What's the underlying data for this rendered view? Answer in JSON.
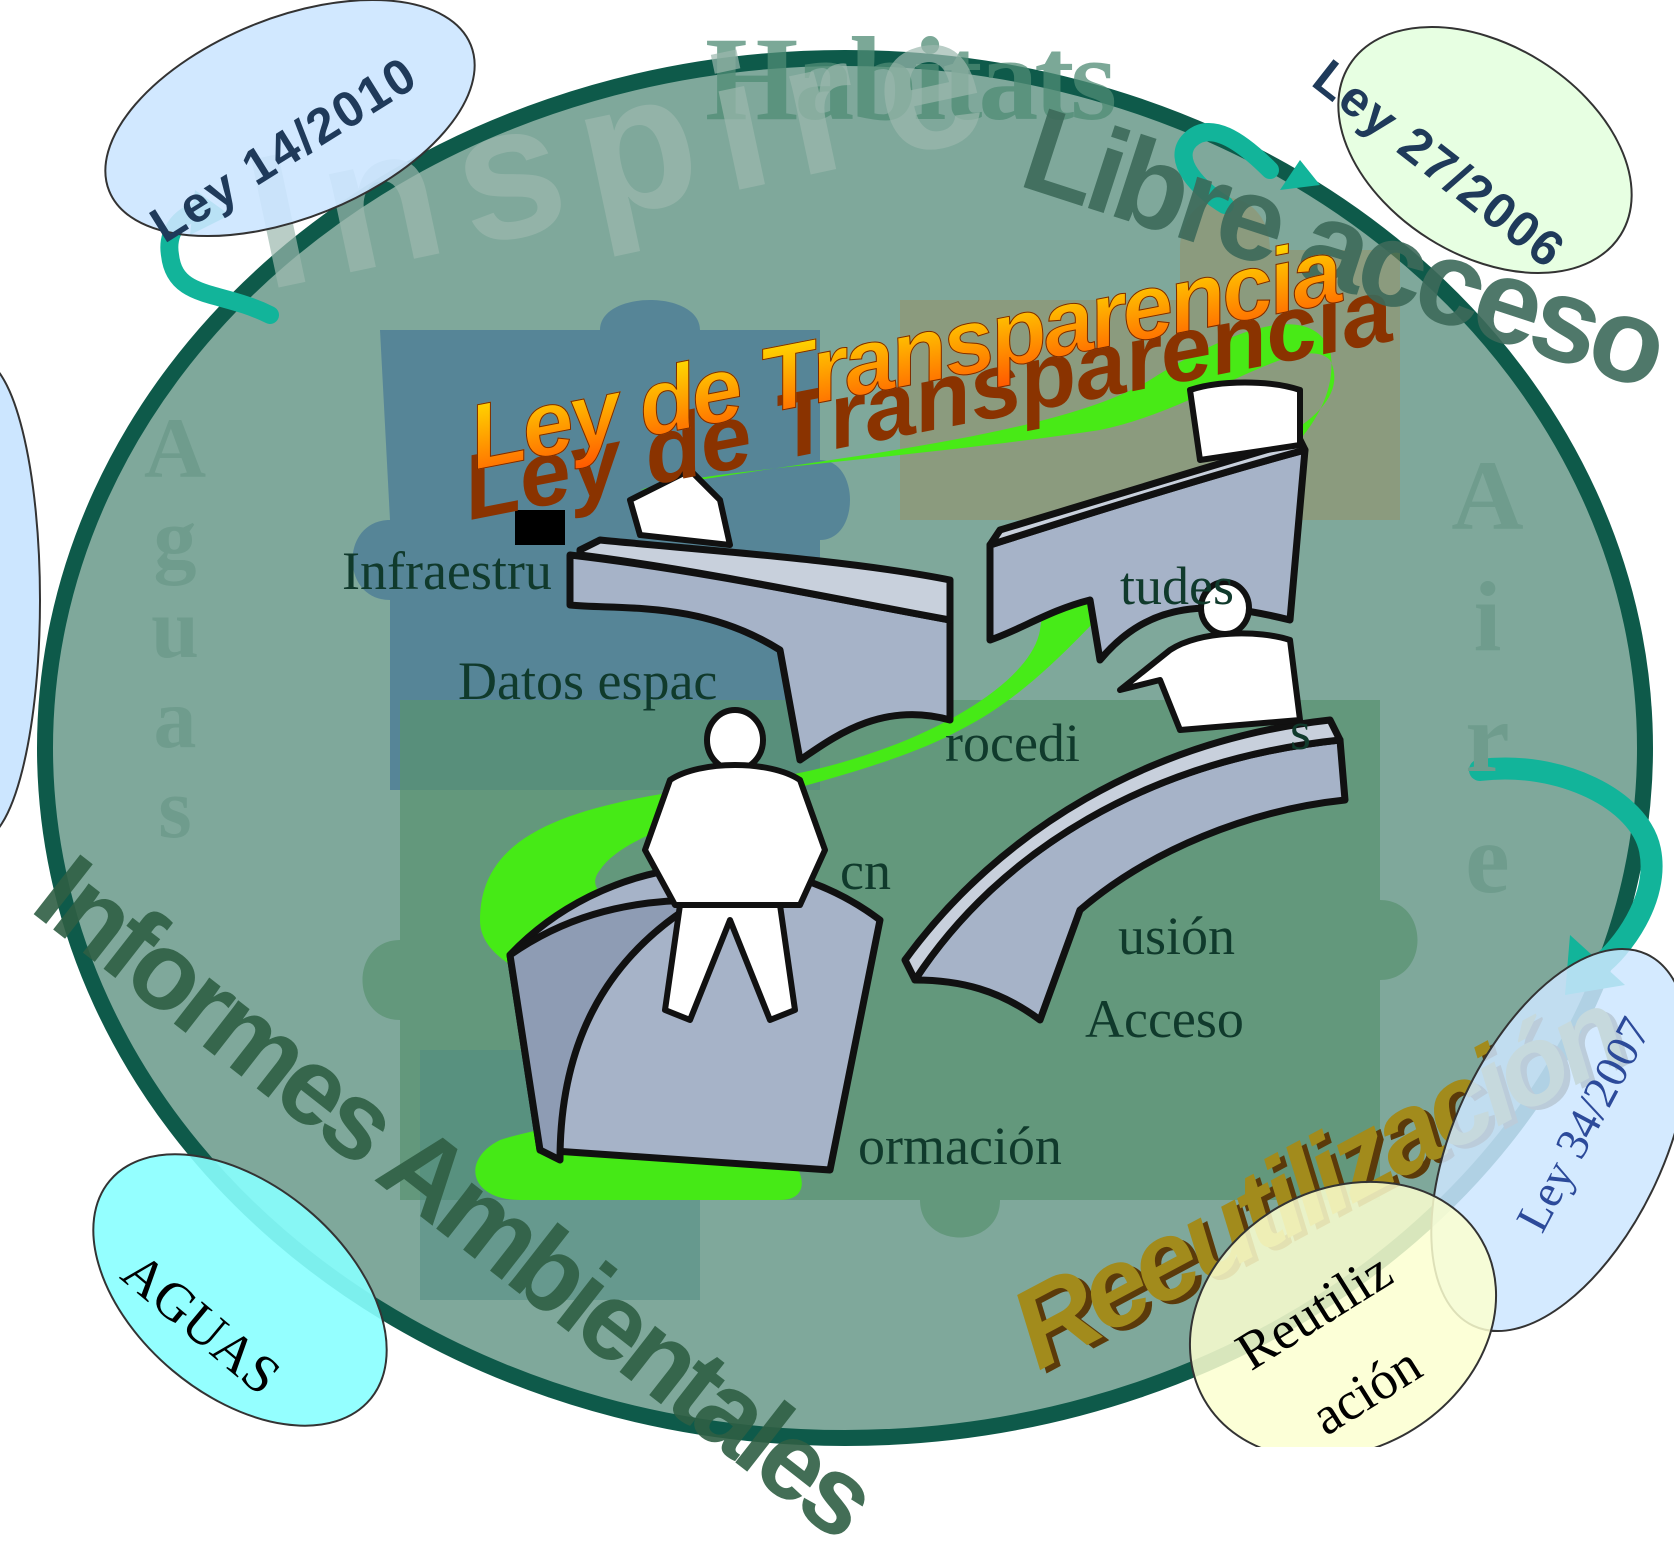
{
  "title": "Ley de Transparencia",
  "background_words": {
    "habitats": "Habitats",
    "inspire": "Inspire",
    "libre_acceso": "Libre acceso",
    "aguas": "Aguas",
    "aire": "Aire",
    "informes_ambientales": "Informes Ambientales",
    "reutilizacion": "Reeutilización"
  },
  "inner_terms": {
    "infraestructura": "Infraestru",
    "solicitudes": "tudes",
    "datos_espaciales": "Datos espac",
    "procedimientos": "rocedi",
    "procedimientos_tail": "s",
    "tecnologia": "cn",
    "difusion": "usión",
    "acceso": "Acceso",
    "informacion": "ormación"
  },
  "bubbles": {
    "ley_14_2010": "Ley 14/2010",
    "ley_27_2006": "Ley 27/2006",
    "ley_34_2007": "Ley 34/2007",
    "aguas": "AGUAS",
    "reutilizacion_line1": "Reutiliz",
    "reutilizacion_line2": "ación"
  },
  "colors": {
    "circle_fill": "#7fa89b",
    "circle_border": "#0e5a4a",
    "green_path": "#44ee11",
    "bridge_fill": "#a6b3c8",
    "bubble_blue": "#cce6ff",
    "bubble_green": "#e6ffe0",
    "bubble_cyan": "#88ffff",
    "bubble_yellow": "#fbffd0",
    "arrow_teal": "#12b49a"
  }
}
